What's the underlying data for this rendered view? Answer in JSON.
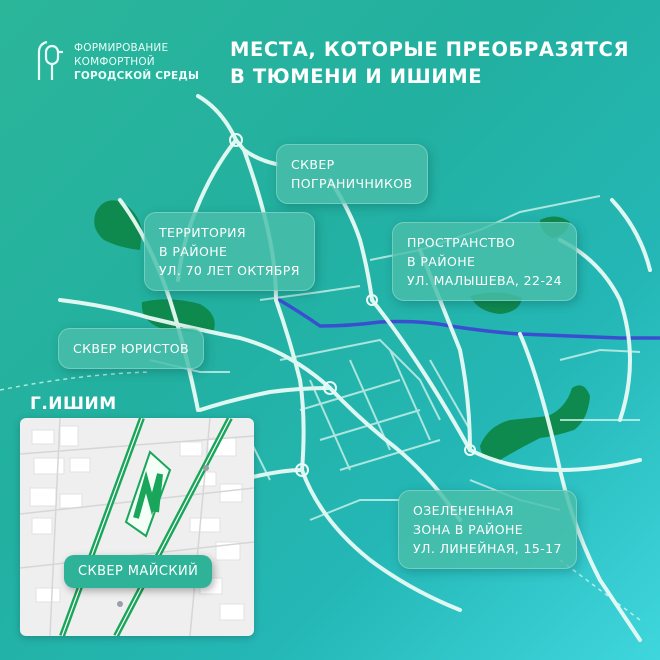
{
  "logo": {
    "line1": "ФОРМИРОВАНИЕ",
    "line2": "КОМФОРТНОЙ",
    "line3": "ГОРОДСКОЙ СРЕДЫ"
  },
  "headline": {
    "line1": "МЕСТА, КОТОРЫЕ ПРЕОБРАЗЯТСЯ",
    "line2": "В ТЮМЕНИ И ИШИМЕ"
  },
  "callouts": {
    "pogranichnikov": {
      "line1": "СКВЕР",
      "line2": "ПОГРАНИЧНИКОВ"
    },
    "territoriya": {
      "line1": "ТЕРРИТОРИЯ",
      "line2": "В РАЙОНЕ",
      "line3": "УЛ. 70 ЛЕТ ОКТЯБРЯ"
    },
    "prostranstvo": {
      "line1": "ПРОСТРАНСТВО",
      "line2": "В РАЙОНЕ",
      "line3": "УЛ. МАЛЫШЕВА, 22-24"
    },
    "yuristov": {
      "line1": "СКВЕР ЮРИСТОВ"
    },
    "ozelenennaya": {
      "line1": "ОЗЕЛЕНЕННАЯ",
      "line2": "ЗОНА В РАЙОНЕ",
      "line3": "УЛ. ЛИНЕЙНАЯ, 15-17"
    }
  },
  "ishim": {
    "label": "Г.ИШИМ",
    "callout": "СКВЕР МАЙСКИЙ"
  },
  "colors": {
    "park": "#0f8a4f",
    "river": "#3a4fd0",
    "road": "#e9fbf6",
    "inset_road": "#19a65a"
  }
}
